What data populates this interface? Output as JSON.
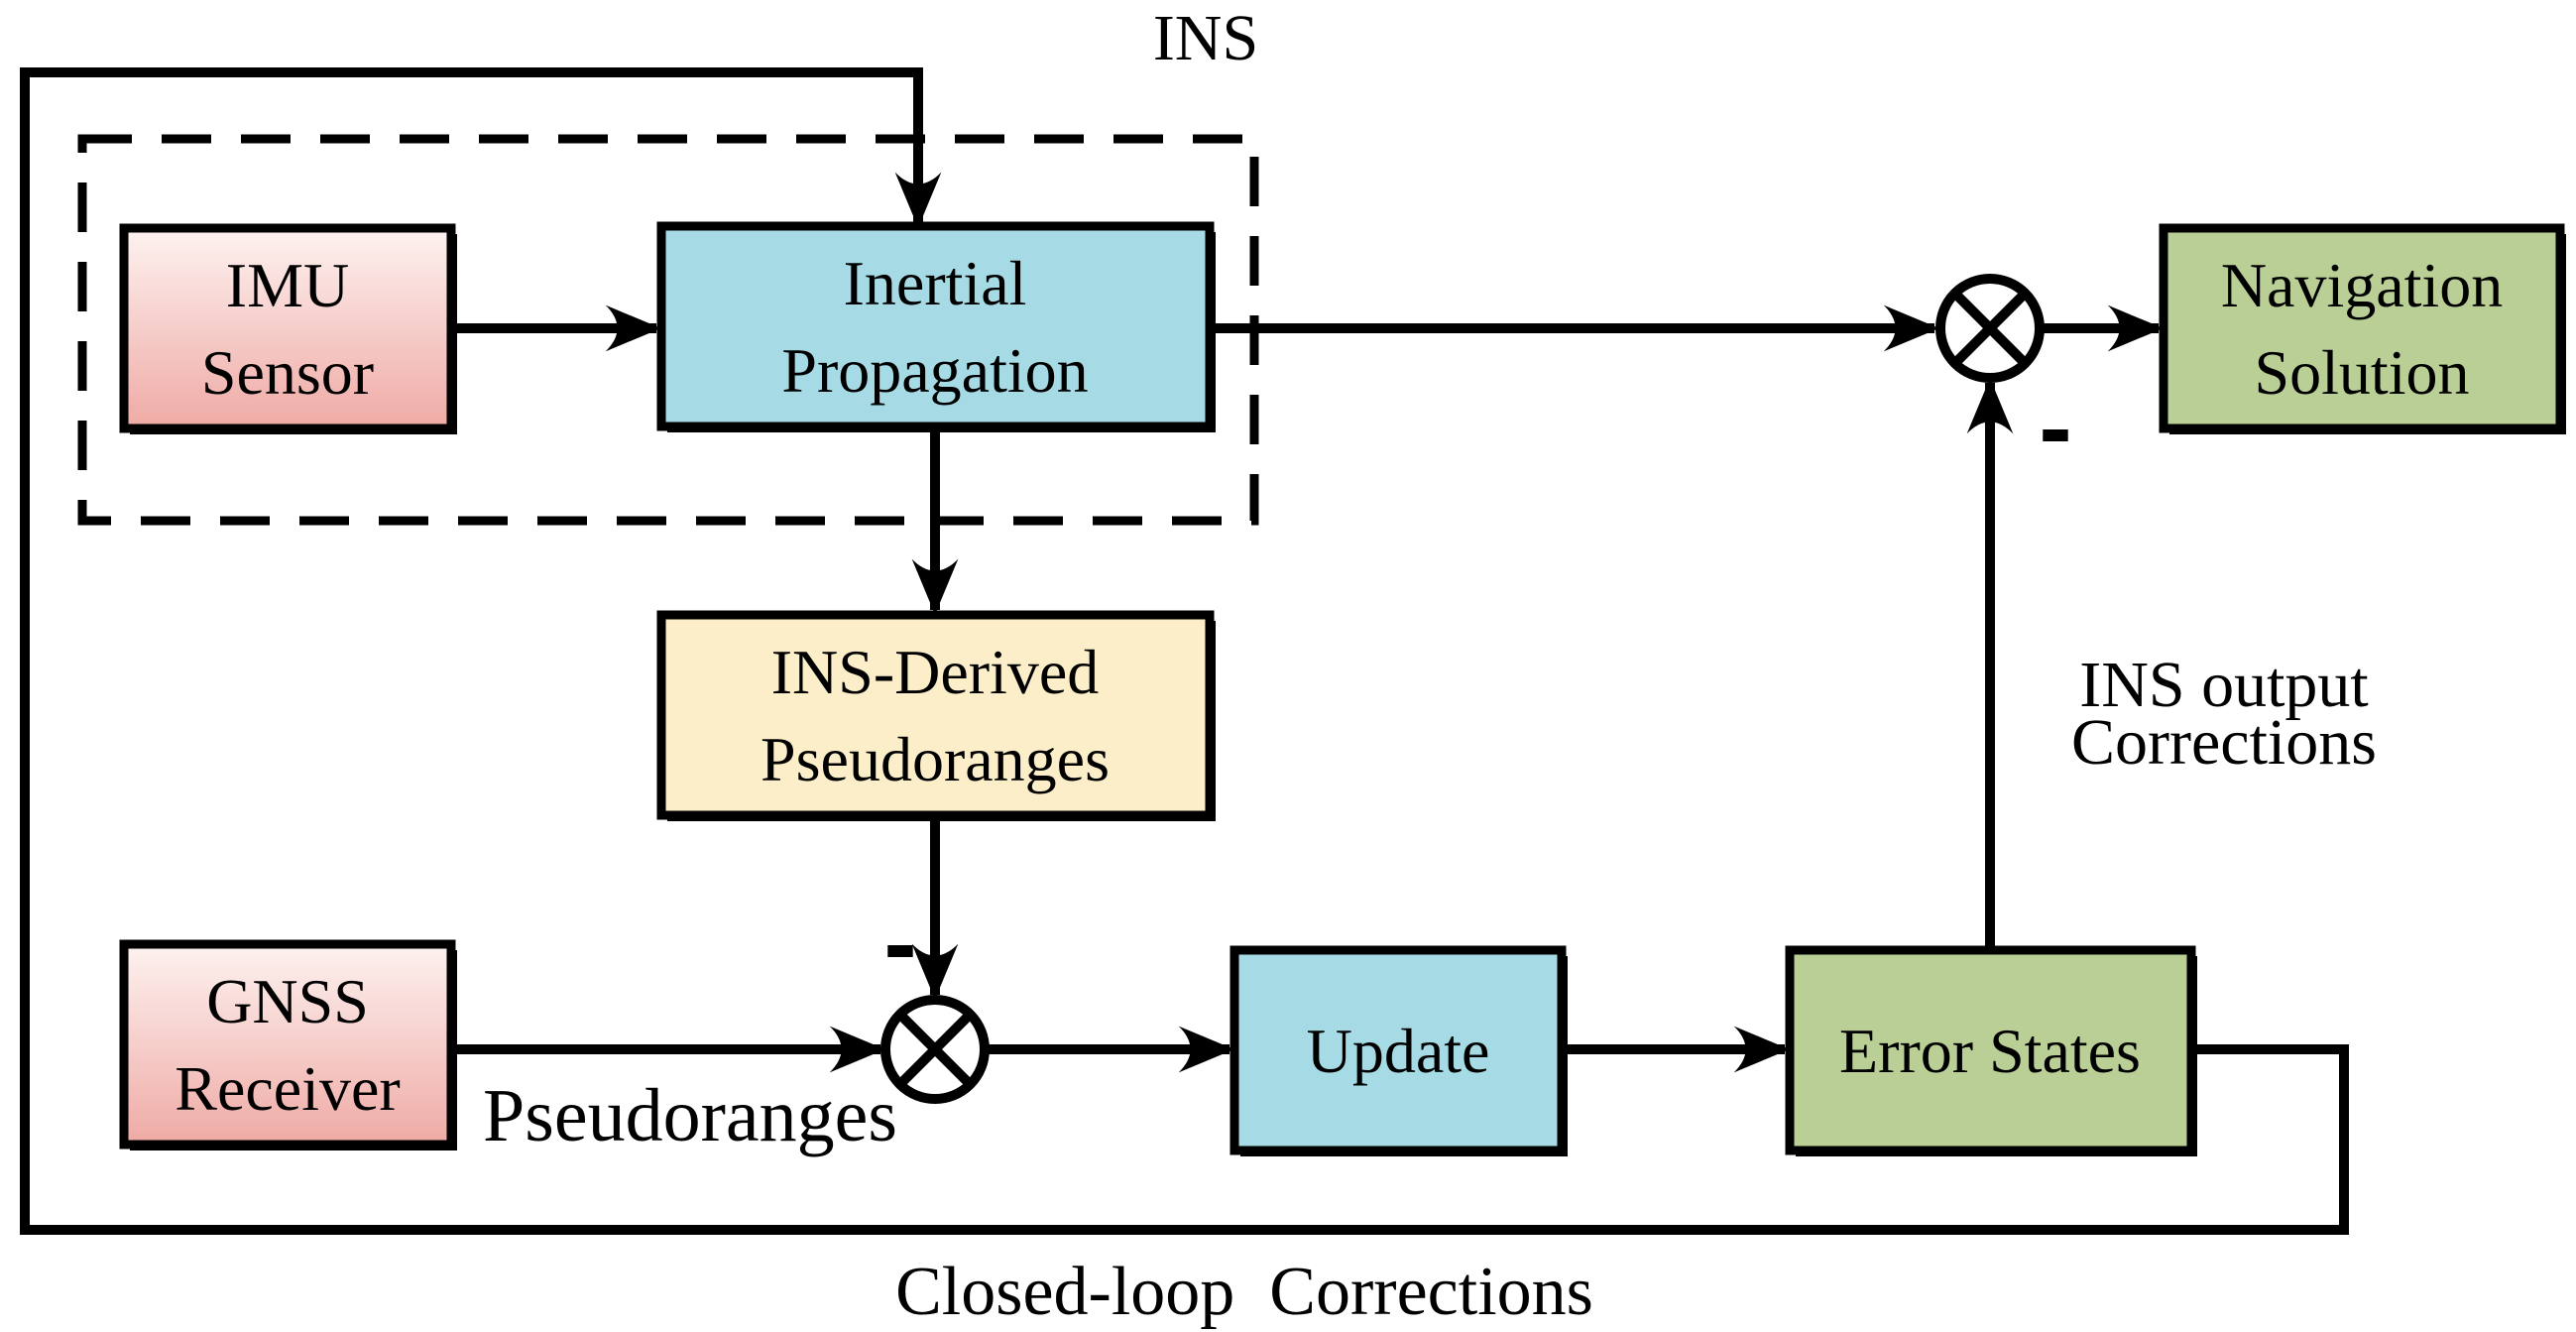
{
  "palette": {
    "background": "#ffffff",
    "line_black": "#000000",
    "box_blue": "#a6dbe6",
    "box_green": "#b9cf96",
    "box_yellow": "#fbeec9",
    "pink_top": "#fdf2f0",
    "pink_bottom": "#efaaa5",
    "minus_red": "#fa0200"
  },
  "group_box": {
    "label": "INS"
  },
  "boxes": {
    "imu_sensor": {
      "line1": "IMU",
      "line2": "Sensor"
    },
    "inertial_propagation": {
      "line1": "Inertial",
      "line2": "Propagation"
    },
    "navigation_solution": {
      "line1": "Navigation",
      "line2": "Solution"
    },
    "ins_derived_pseudoranges": {
      "line1": "INS-Derived",
      "line2": "Pseudoranges"
    },
    "gnss_receiver": {
      "line1": "GNSS",
      "line2": "Receiver"
    },
    "update": {
      "label": "Update"
    },
    "error_states": {
      "label": "Error States"
    }
  },
  "annotations": {
    "pseudoranges": "Pseudoranges",
    "ins_output_line1": "INS output",
    "ins_output_line2": "Corrections",
    "closed_loop": "Closed-loop  Corrections",
    "minus_sign": "-"
  }
}
